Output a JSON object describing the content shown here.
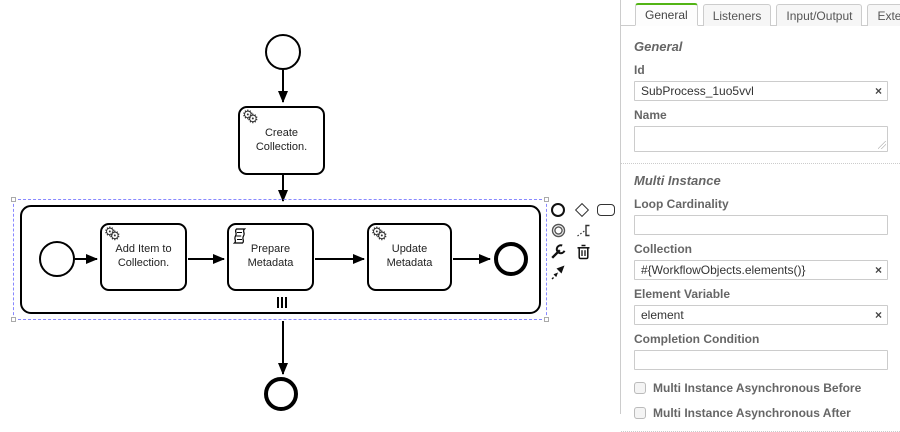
{
  "colors": {
    "accent_green": "#52b415",
    "selection_stroke": "#8888ff"
  },
  "canvas": {
    "tasks": [
      {
        "label": "Create Collection.",
        "icon": "service-task-gears-icon"
      },
      {
        "label": "Add Item to Collection.",
        "icon": "service-task-gears-icon"
      },
      {
        "label": "Prepare Metadata",
        "icon": "script-task-icon"
      },
      {
        "label": "Update Metadata",
        "icon": "service-task-gears-icon"
      }
    ],
    "markers": {
      "multi_instance": "parallel-multi-instance-icon"
    },
    "icons": {
      "gear": "⚙"
    }
  },
  "context_pad": {
    "items": [
      "append-end-event",
      "append-gateway",
      "append-task",
      "append-intermediate-event",
      "append-text-annotation",
      "change-type-wrench",
      "delete-trash",
      "global-connect"
    ]
  },
  "panel": {
    "tabs": [
      {
        "label": "General"
      },
      {
        "label": "Listeners"
      },
      {
        "label": "Input/Output"
      },
      {
        "label": "Extensions"
      }
    ],
    "active_tab": "General",
    "clear_icon": "×",
    "general": {
      "heading": "General",
      "id_label": "Id",
      "id_value": "SubProcess_1uo5vvl",
      "name_label": "Name",
      "name_value": ""
    },
    "multi_instance": {
      "heading": "Multi Instance",
      "loop_cardinality_label": "Loop Cardinality",
      "loop_cardinality_value": "",
      "collection_label": "Collection",
      "collection_value": "#{WorkflowObjects.elements()}",
      "element_variable_label": "Element Variable",
      "element_variable_value": "element",
      "completion_condition_label": "Completion Condition",
      "completion_condition_value": "",
      "async_before_label": "Multi Instance Asynchronous Before",
      "async_after_label": "Multi Instance Asynchronous After"
    }
  }
}
